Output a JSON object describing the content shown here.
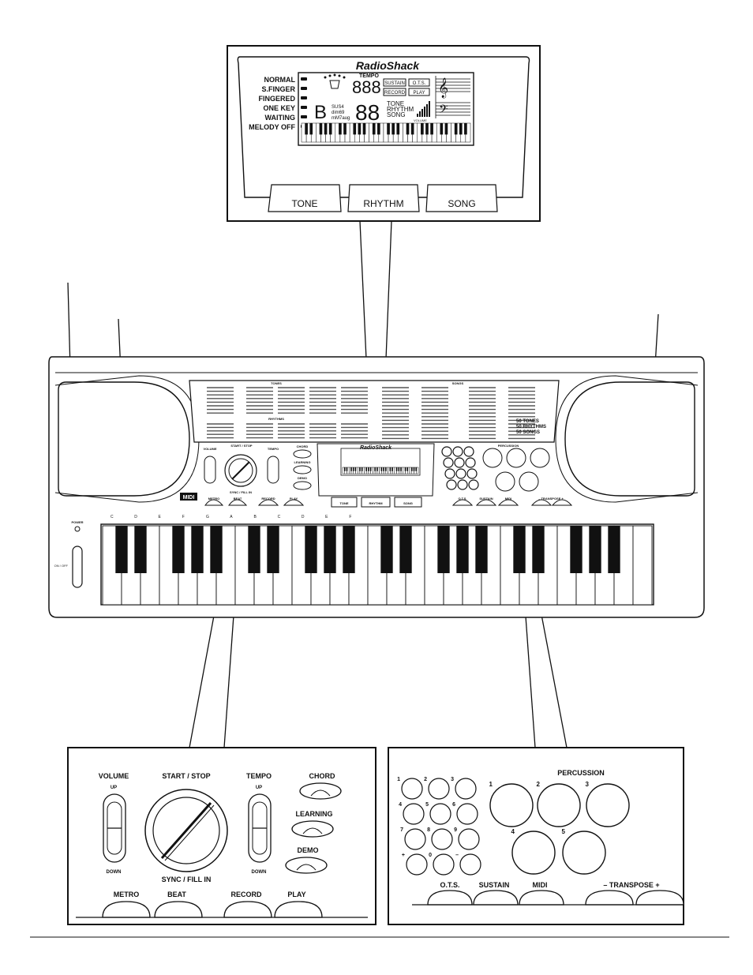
{
  "display_inset": {
    "brand": "RadioShack",
    "modes": [
      "NORMAL",
      "S.FINGER",
      "FINGERED",
      "ONE KEY",
      "WAITING",
      "MELODY OFF"
    ],
    "tempo_label": "TEMPO",
    "tempo_digits": "888",
    "sustain_label": "SUSTAIN",
    "ots_label": "O.T.S.",
    "record_label": "RECORD",
    "play_label": "PLAY",
    "chord_letter": "B",
    "chord_suffixes": [
      "SUS4",
      "dim69",
      "mM7aug"
    ],
    "number_digits": "88",
    "tone_word": "TONE",
    "rhythm_word": "RHYTHM",
    "song_word": "SONG",
    "volume_label": "VOLUME",
    "buttons": [
      "TONE",
      "RHYTHM",
      "SONG"
    ]
  },
  "keyboard": {
    "power_label": "POWER",
    "power_switch_label": "ON / OFF",
    "midi_badge": "MIDI",
    "tones_header": "TONES",
    "rhythms_header": "RHYTHMS",
    "songs_header": "SONGS",
    "tones_summary": [
      "50 TONES",
      "50 RHYTHMS",
      "50 SONGS"
    ],
    "note_letters": [
      "C",
      "D",
      "E",
      "F",
      "G",
      "A",
      "B",
      "C",
      "D",
      "E",
      "F"
    ],
    "panel_volume": "VOLUME",
    "panel_start_stop": "START / STOP",
    "panel_tempo": "TEMPO",
    "panel_chord": "CHORD",
    "panel_learning": "LEARNING",
    "panel_demo": "DEMO",
    "panel_sync": "SYNC / FILL IN",
    "panel_metro": "METRO",
    "panel_beat": "BEAT",
    "panel_record": "RECORD",
    "panel_play": "PLAY",
    "panel_tone": "TONE",
    "panel_rhythm": "RHYTHM",
    "panel_song": "SONG",
    "panel_ots": "O.T.S.",
    "panel_sustain": "SUSTAIN",
    "panel_midi": "MIDI",
    "panel_transpose": "– TRANSPOSE +",
    "panel_percussion": "PERCUSSION",
    "panel_up": "UP",
    "panel_down": "DOWN"
  },
  "left_inset": {
    "volume": "VOLUME",
    "volume_up": "UP",
    "volume_down": "DOWN",
    "start_stop": "START / STOP",
    "tempo": "TEMPO",
    "tempo_up": "UP",
    "tempo_down": "DOWN",
    "chord": "CHORD",
    "learning": "LEARNING",
    "demo": "DEMO",
    "sync_fill_in": "SYNC / FILL IN",
    "metro": "METRO",
    "beat": "BEAT",
    "record": "RECORD",
    "play": "PLAY"
  },
  "right_inset": {
    "percussion": "PERCUSSION",
    "keypad": [
      "1",
      "2",
      "3",
      "4",
      "5",
      "6",
      "7",
      "8",
      "9",
      "+",
      "0",
      "–"
    ],
    "pads": [
      "1",
      "2",
      "3",
      "4",
      "5"
    ],
    "ots": "O.T.S.",
    "sustain": "SUSTAIN",
    "midi": "MIDI",
    "transpose": "– TRANSPOSE +"
  }
}
